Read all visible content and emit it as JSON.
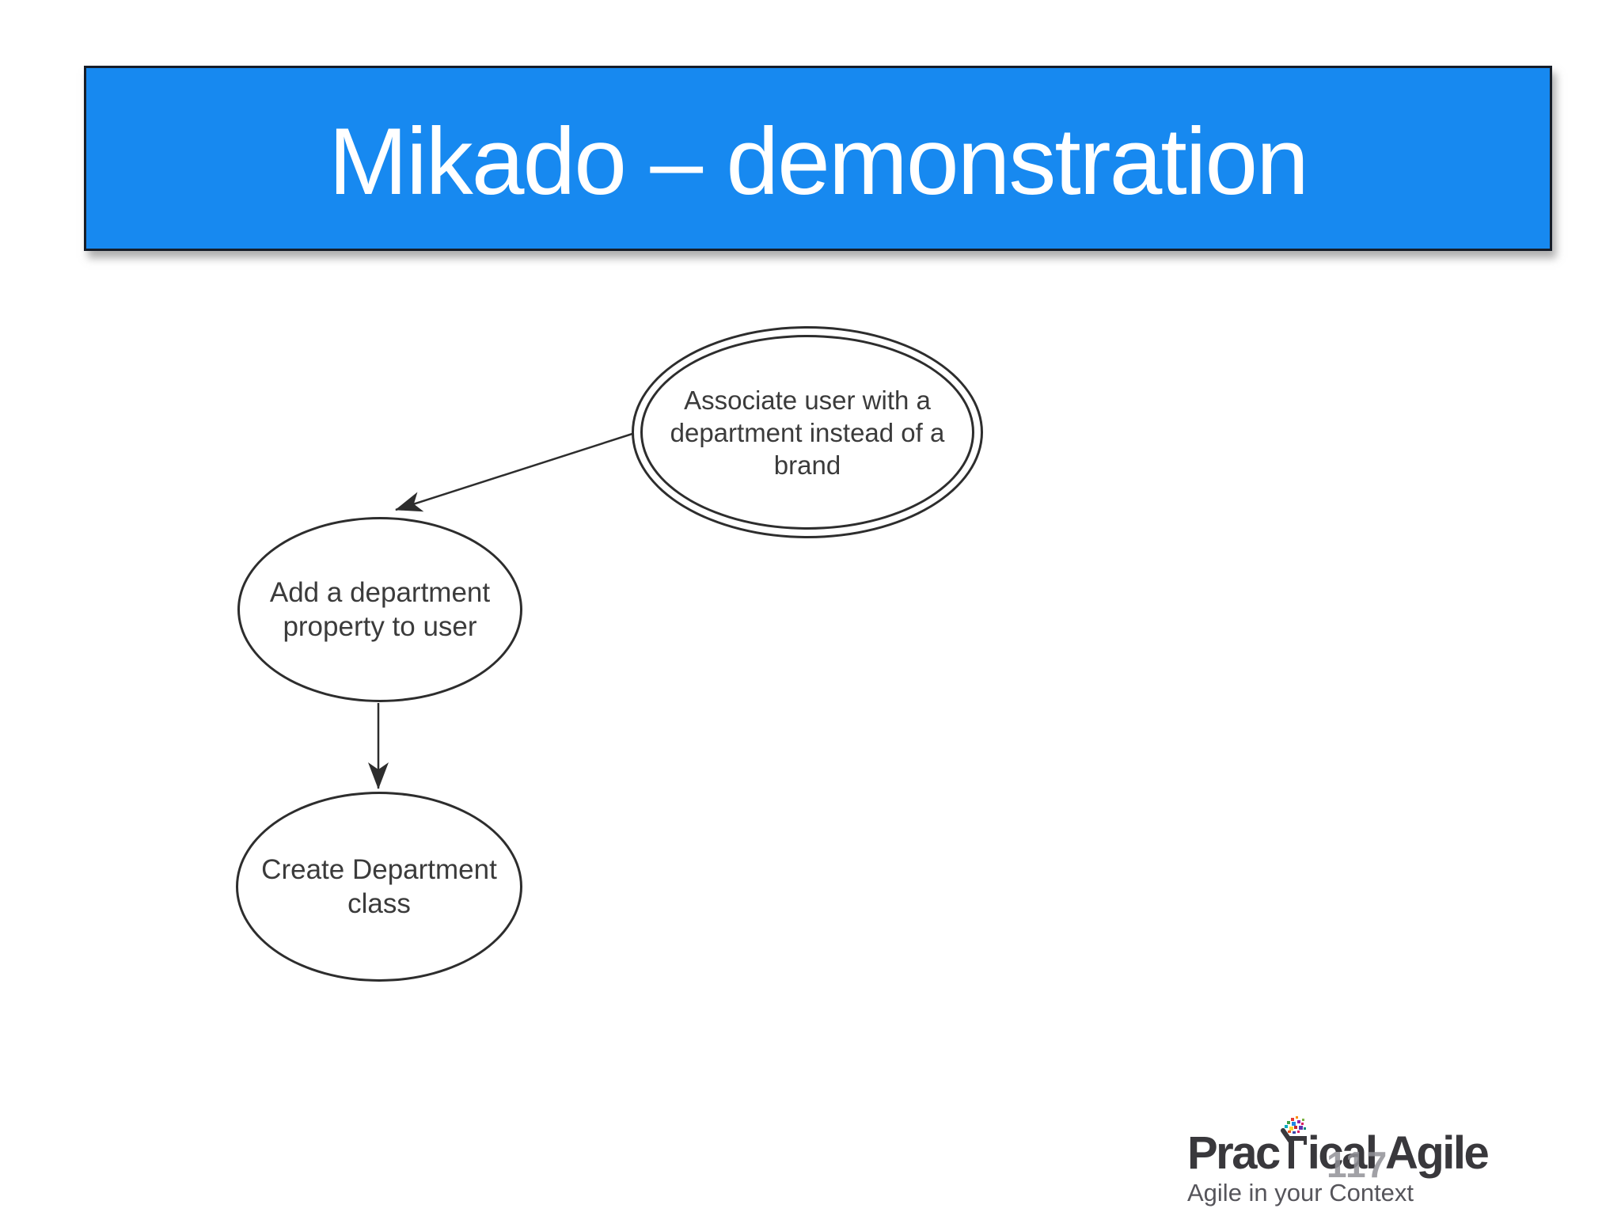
{
  "slide": {
    "page_number": "117",
    "background_color": "#ffffff"
  },
  "title_banner": {
    "text": "Mikado – demonstration",
    "bg_color": "#1789f0",
    "border_color": "#161d28",
    "text_color": "#ffffff"
  },
  "diagram": {
    "stroke_color": "#2d2d2d",
    "text_color": "#3b3b3b",
    "nodes": [
      {
        "id": "goal",
        "shape": "double-ellipse",
        "lines": [
          "Associate user with a",
          "department instead of a",
          "brand"
        ]
      },
      {
        "id": "step-1",
        "shape": "ellipse",
        "lines": [
          "Add a department",
          "property to user"
        ]
      },
      {
        "id": "step-2",
        "shape": "ellipse",
        "lines": [
          "Create Department",
          "class"
        ]
      }
    ],
    "edges": [
      {
        "from": "goal",
        "to": "step-1"
      },
      {
        "from": "step-1",
        "to": "step-2"
      }
    ]
  },
  "logo": {
    "name_prefix": "Prac",
    "name_suffix": "ical Agile",
    "tagline": "Agile in your Context",
    "text_color": "#39383c",
    "tagline_color": "#56555b",
    "confetti_colors": [
      "#e53935",
      "#fb8c00",
      "#43a047",
      "#1e88e5",
      "#8e24aa",
      "#d81b60",
      "#00acc1",
      "#fdd835",
      "#c62828",
      "#5e35b1",
      "#00897b",
      "#f4511e",
      "#3949ab",
      "#d81b60",
      "#7cb342"
    ]
  }
}
